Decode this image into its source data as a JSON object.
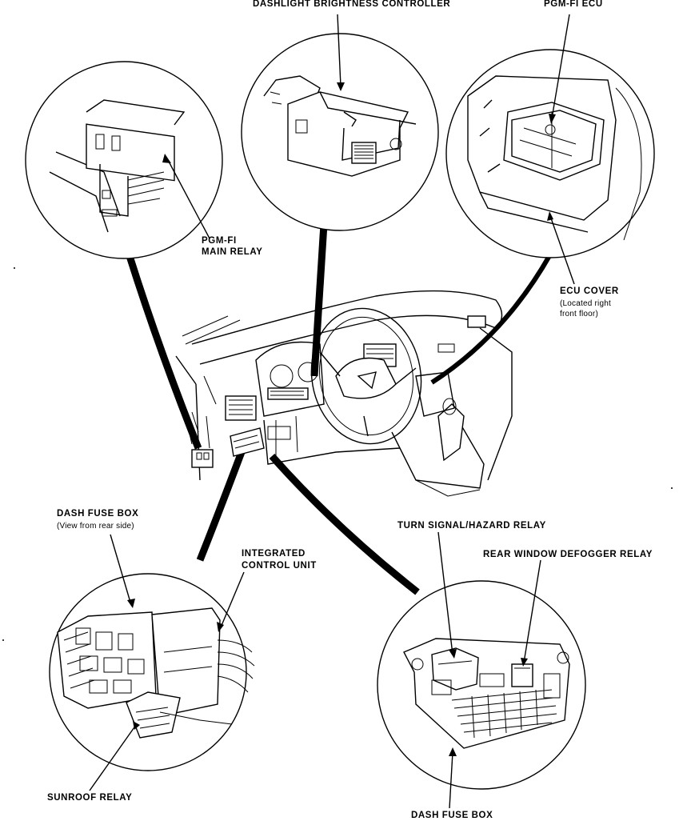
{
  "labels": {
    "dashlight_controller": "DASHLIGHT BRIGHTNESS CONTROLLER",
    "pgmfi_ecu": "PGM-FI ECU",
    "pgmfi_main_relay_1": "PGM-FI",
    "pgmfi_main_relay_2": "MAIN RELAY",
    "ecu_cover": "ECU COVER",
    "ecu_cover_note_1": "(Located right",
    "ecu_cover_note_2": "front floor)",
    "dash_fuse_box_left": "DASH FUSE BOX",
    "dash_fuse_box_left_note": "(View from rear side)",
    "integrated_control_unit_1": "INTEGRATED",
    "integrated_control_unit_2": "CONTROL UNIT",
    "turn_signal_relay": "TURN SIGNAL/HAZARD RELAY",
    "rear_defogger_relay": "REAR WINDOW DEFOGGER RELAY",
    "sunroof_relay": "SUNROOF RELAY",
    "dash_fuse_box_bottom": "DASH FUSE BOX"
  }
}
